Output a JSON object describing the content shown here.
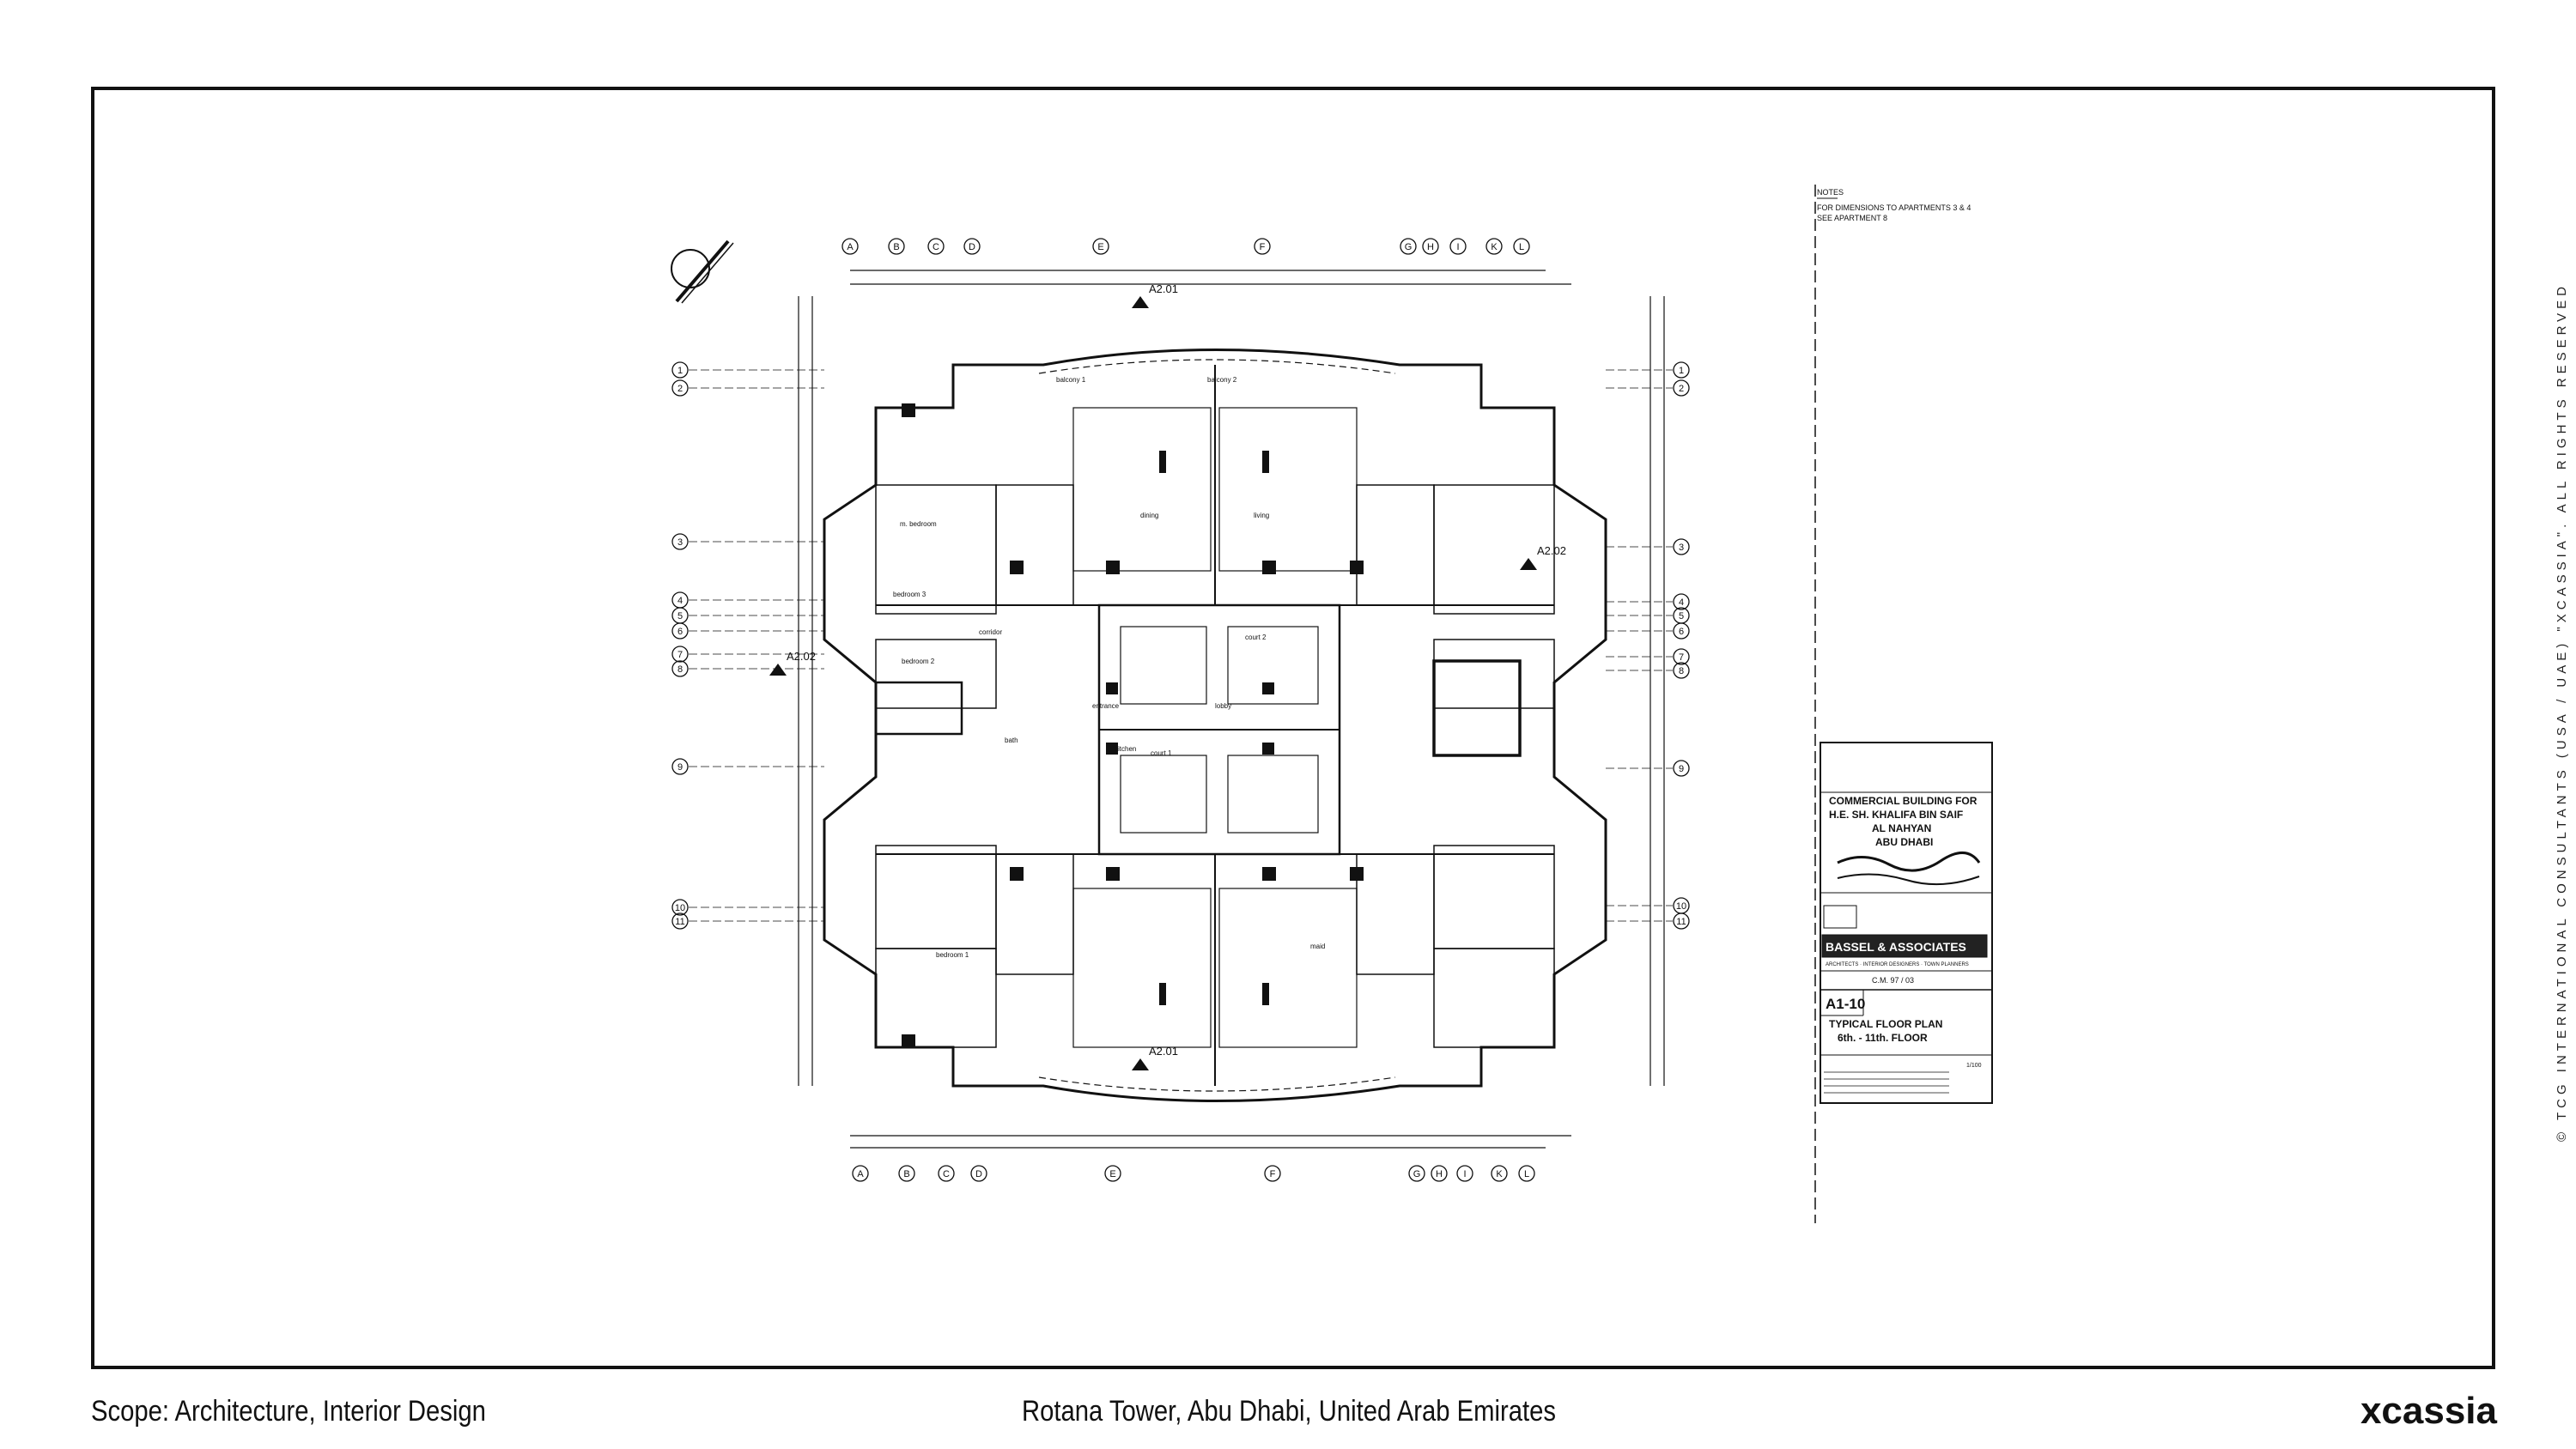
{
  "footer": {
    "scope": "Scope: Architecture, Interior Design",
    "project": "Rotana Tower, Abu Dhabi, United Arab Emirates",
    "logo": "xcassia"
  },
  "copyright": "© TCG INTERNATIONAL CONSULTANTS (USA / UAE) \"XCASSIA\". ALL RIGHTS RESERVED",
  "drawing": {
    "grid_columns_top": [
      "A",
      "B",
      "C",
      "D",
      "E",
      "F",
      "G",
      "H",
      "I",
      "K",
      "L"
    ],
    "grid_columns_bottom": [
      "A",
      "B",
      "C",
      "D",
      "E",
      "F",
      "G",
      "H",
      "I",
      "K",
      "L"
    ],
    "grid_rows_left": [
      "1",
      "2",
      "3",
      "4",
      "5",
      "6",
      "7",
      "8",
      "9",
      "10",
      "11"
    ],
    "grid_rows_right": [
      "1",
      "2",
      "3",
      "4",
      "5",
      "6",
      "7",
      "8",
      "9",
      "10",
      "11"
    ],
    "section_marks": [
      "A2.01",
      "A2.02",
      "A2.02",
      "A2.01"
    ],
    "room_labels": [
      "balcony 1",
      "balcony 2",
      "m. bedroom",
      "bedroom 3",
      "bedroom 2",
      "bedroom 1",
      "dining",
      "living",
      "entrance",
      "kitchen",
      "corridor",
      "bath",
      "maid",
      "court 1",
      "court 2",
      "lobby"
    ]
  },
  "notes": {
    "heading": "NOTES",
    "lines": [
      "FOR DIMENSIONS TO APARTMENTS 3 & 4",
      "SEE APARTMENT 8"
    ]
  },
  "title_block": {
    "header": "COMMERCIAL BUILDING FOR",
    "client_line1": "H.E. SH. KHALIFA BIN SAIF",
    "client_line2": "AL NAHYAN",
    "location": "ABU DHABI",
    "firm": "BASSEL & ASSOCIATES",
    "firm_sub": "ARCHITECTS · INTERIOR DESIGNERS · TOWN PLANNERS",
    "job_no": "C.M. 97 / 03",
    "sheet_no": "A1-10",
    "title_line1": "TYPICAL   FLOOR  PLAN",
    "title_line2": "6th.  -  11th.  FLOOR",
    "scale": "1/100"
  },
  "colors": {
    "ink": "#111111",
    "paper": "#ffffff"
  }
}
